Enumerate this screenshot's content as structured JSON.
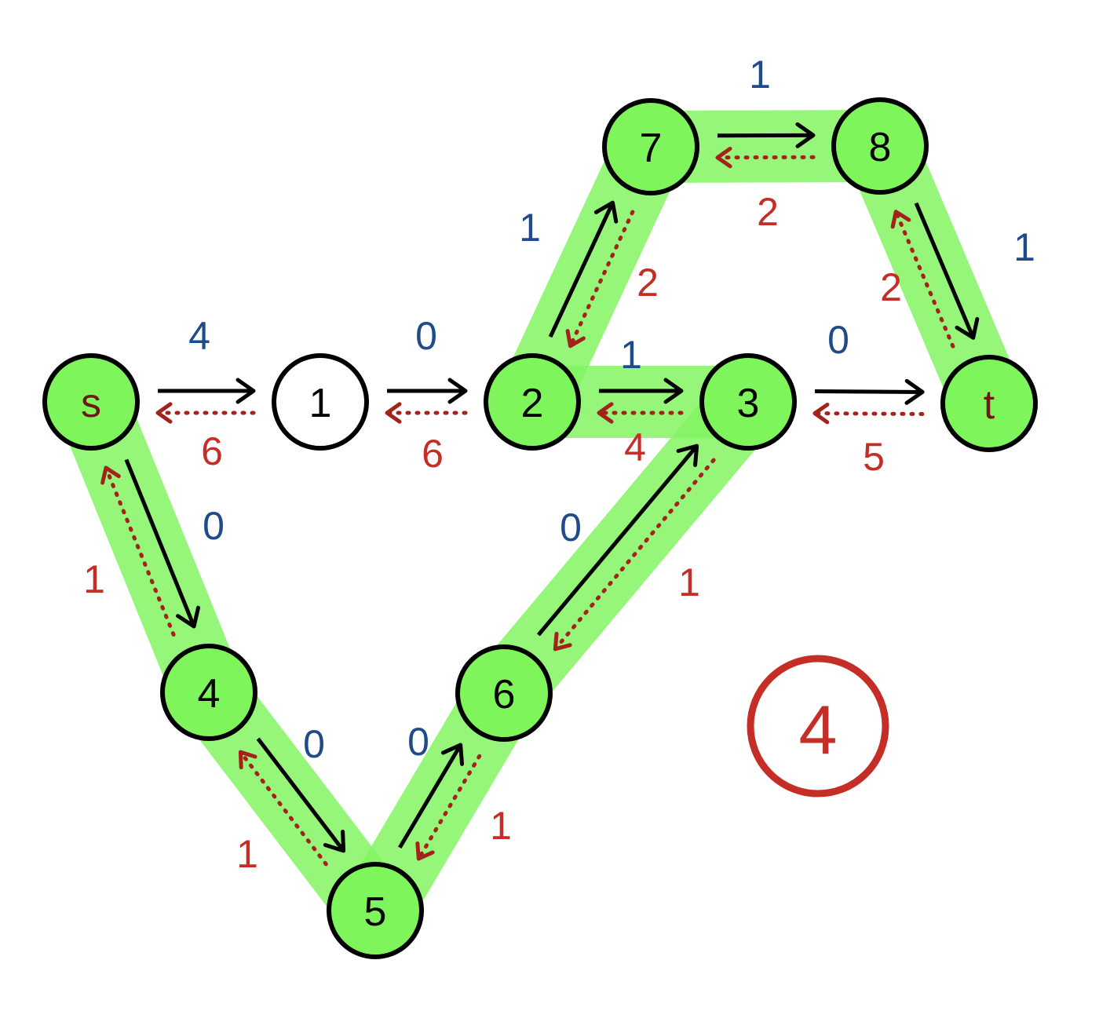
{
  "colors": {
    "highlight": "#84f562",
    "node_fill": "#7ff55c",
    "node_stroke": "#000000",
    "forward_arrow": "#000000",
    "forward_label": "#1f4b8a",
    "residual_arrow": "#a3231c",
    "residual_label": "#c42e26",
    "step_circle": "#c42e26"
  },
  "nodes": [
    {
      "id": "s",
      "label": "s",
      "highlighted": true,
      "label_color": "#6b1a14"
    },
    {
      "id": "1",
      "label": "1",
      "highlighted": false,
      "label_color": "#000000"
    },
    {
      "id": "2",
      "label": "2",
      "highlighted": true,
      "label_color": "#000000"
    },
    {
      "id": "3",
      "label": "3",
      "highlighted": true,
      "label_color": "#000000"
    },
    {
      "id": "t",
      "label": "t",
      "highlighted": true,
      "label_color": "#6b1a14"
    },
    {
      "id": "7",
      "label": "7",
      "highlighted": true,
      "label_color": "#000000"
    },
    {
      "id": "8",
      "label": "8",
      "highlighted": true,
      "label_color": "#000000"
    },
    {
      "id": "4",
      "label": "4",
      "highlighted": true,
      "label_color": "#000000"
    },
    {
      "id": "5",
      "label": "5",
      "highlighted": true,
      "label_color": "#000000"
    },
    {
      "id": "6",
      "label": "6",
      "highlighted": true,
      "label_color": "#000000"
    }
  ],
  "edges": [
    {
      "from": "s",
      "to": "1",
      "forward": "4",
      "residual": "6",
      "highlighted": false
    },
    {
      "from": "1",
      "to": "2",
      "forward": "0",
      "residual": "6",
      "highlighted": false
    },
    {
      "from": "2",
      "to": "3",
      "forward": "1",
      "residual": "4",
      "highlighted": true
    },
    {
      "from": "3",
      "to": "t",
      "forward": "0",
      "residual": "5",
      "highlighted": false
    },
    {
      "from": "2",
      "to": "7",
      "forward": "1",
      "residual": "2",
      "highlighted": true
    },
    {
      "from": "7",
      "to": "8",
      "forward": "1",
      "residual": "2",
      "highlighted": true
    },
    {
      "from": "8",
      "to": "t",
      "forward": "1",
      "residual": "2",
      "highlighted": true
    },
    {
      "from": "s",
      "to": "4",
      "forward": "0",
      "residual": "1",
      "highlighted": true
    },
    {
      "from": "4",
      "to": "5",
      "forward": "0",
      "residual": "1",
      "highlighted": true
    },
    {
      "from": "5",
      "to": "6",
      "forward": "0",
      "residual": "1",
      "highlighted": true
    },
    {
      "from": "6",
      "to": "3",
      "forward": "0",
      "residual": "1",
      "highlighted": true
    }
  ],
  "step_badge": "4"
}
